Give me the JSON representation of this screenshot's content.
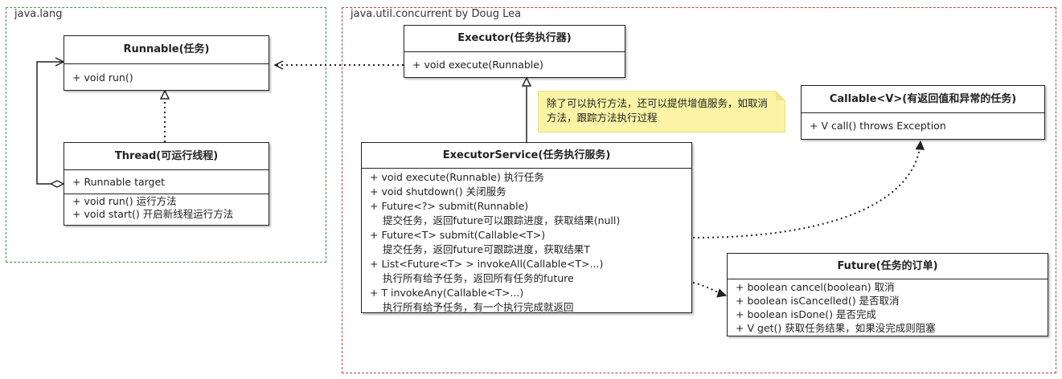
{
  "packages": {
    "lang": "java.lang",
    "concurrent": "java.util.concurrent by Doug Lea"
  },
  "runnable": {
    "title": "Runnable(任务)",
    "methods": [
      "+ void run()"
    ]
  },
  "thread": {
    "title": "Thread(可运行线程)",
    "fields": [
      "+ Runnable target"
    ],
    "methods": [
      "+ void run() 运行方法",
      "+ void start() 开启新线程运行方法"
    ]
  },
  "executor": {
    "title": "Executor(任务执行器)",
    "methods": [
      "+ void execute(Runnable)"
    ]
  },
  "note": {
    "text": "除了可以执行方法，还可以提供增值服务，如取消方法，跟踪方法执行过程"
  },
  "callable": {
    "title": "Callable<V>(有返回值和异常的任务)",
    "methods": [
      "+ V call() throws Exception"
    ]
  },
  "executor_service": {
    "title": "ExecutorService(任务执行服务)",
    "methods": [
      "+ void execute(Runnable) 执行任务",
      "+ void shutdown() 关闭服务",
      "+ Future<?> submit(Runnable)",
      "提交任务，返回future可以跟踪进度，获取结果(null)",
      "+ Future<T> submit(Callable<T>)",
      "提交任务，返回future可跟踪进度，获取结果T",
      "+ List<Future<T> > invokeAll(Callable<T>...)",
      "执行所有给予任务，返回所有任务的future",
      "+ T invokeAny(Callable<T>...)",
      "执行所有给予任务，有一个执行完成就返回"
    ]
  },
  "future": {
    "title": "Future(任务的订单)",
    "methods": [
      "+ boolean cancel(boolean) 取消",
      "+ boolean isCancelled() 是否取消",
      "+ boolean isDone() 是否完成",
      "+ V get() 获取任务结果，如果没完成则阻塞"
    ]
  },
  "colors": {
    "lang_border": "#4a8f4a",
    "concurrent_border": "#b84040",
    "note_bg": "#fbf4a6"
  }
}
